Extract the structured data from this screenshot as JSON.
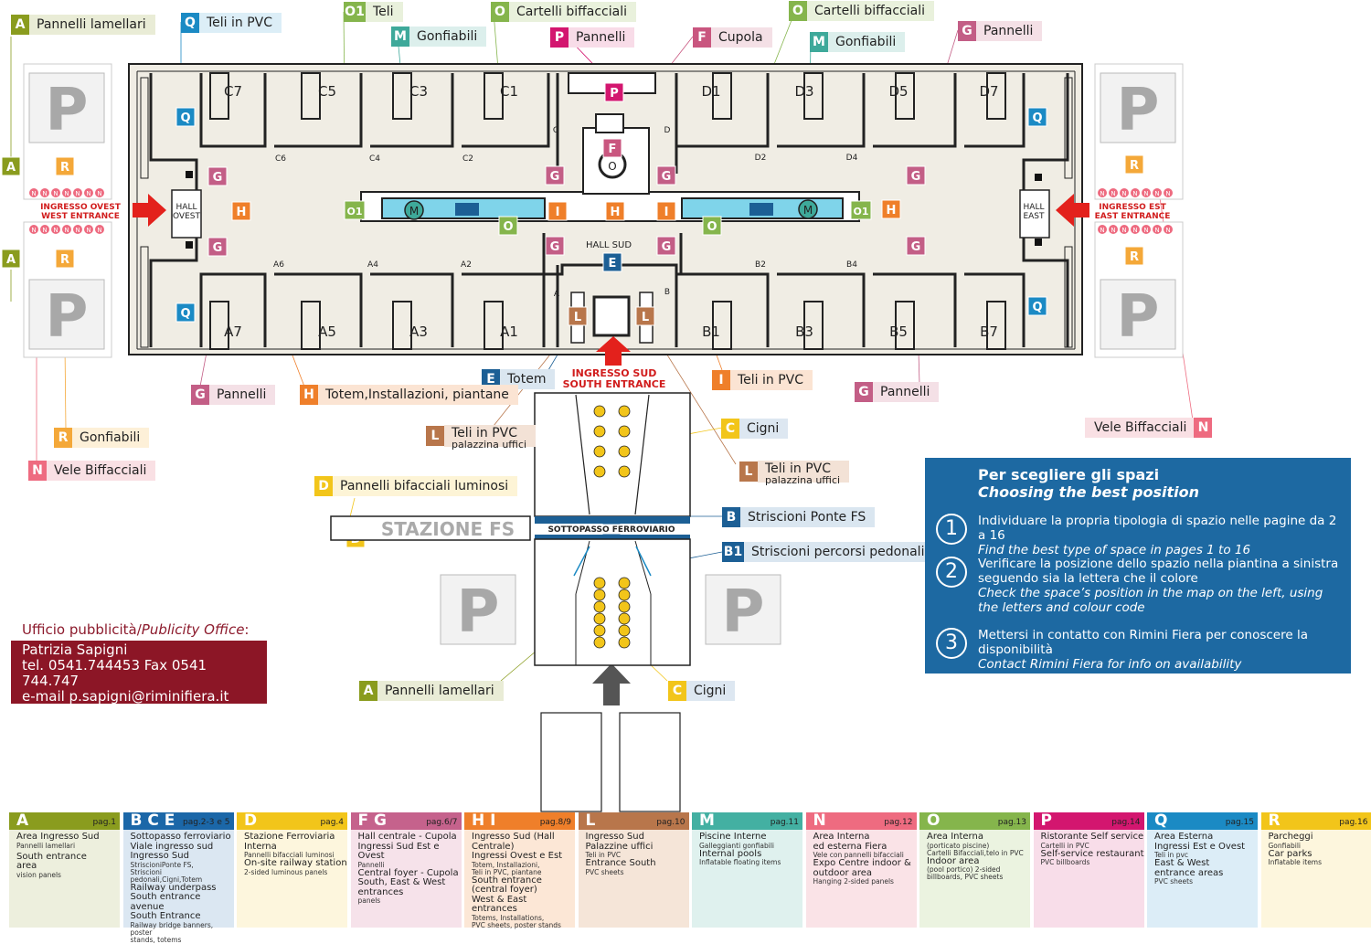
{
  "map": {
    "halls_top": [
      "C7",
      "C5",
      "C3",
      "C1",
      "D1",
      "D3",
      "D5",
      "D7"
    ],
    "halls_bottom": [
      "A7",
      "A5",
      "A3",
      "A1",
      "B1",
      "B3",
      "B5",
      "B7"
    ],
    "small_top": [
      "C6",
      "C4",
      "C2",
      "C",
      "D",
      "D2",
      "D4"
    ],
    "small_bottom": [
      "A6",
      "A4",
      "A2",
      "A",
      "B",
      "B2",
      "B4"
    ],
    "hall_ovest": [
      "HALL",
      "OVEST"
    ],
    "hall_east": [
      "HALL",
      "EAST"
    ],
    "hall_sud": "HALL SUD",
    "parking_letter": "P",
    "west_entrance": [
      "INGRESSO OVEST",
      "WEST ENTRANCE"
    ],
    "east_entrance": [
      "INGRESSO EST",
      "EAST ENTRANCE"
    ],
    "south_entrance": [
      "INGRESSO SUD",
      "SOUTH ENTRANCE"
    ],
    "stazione": "STAZIONE FS",
    "sottopasso": "SOTTOPASSO FERROVIARIO",
    "markers": {
      "A": "A",
      "R": "R",
      "N": "N",
      "Q": "Q",
      "G": "G",
      "H": "H",
      "O": "O",
      "O1": "O1",
      "M": "M",
      "I": "I",
      "E": "E",
      "L": "L",
      "F": "F",
      "P": "P",
      "B": "B",
      "B1": "B1",
      "D": "D"
    }
  },
  "labels": [
    {
      "code": "A",
      "text": "Pannelli lamellari",
      "color": "#8a9c1e",
      "bg": "#e9ecd6"
    },
    {
      "code": "Q",
      "text": "Teli in PVC",
      "color": "#1b8ac4",
      "bg": "#dceef7"
    },
    {
      "code": "O1",
      "text": "Teli",
      "color": "#85b54c",
      "bg": "#e9f1dc"
    },
    {
      "code": "O",
      "text": "Cartelli biffacciali",
      "color": "#85b54c",
      "bg": "#e9f1dc"
    },
    {
      "code": "M",
      "text": "Gonfiabili",
      "color": "#3ea99a",
      "bg": "#dcefec"
    },
    {
      "code": "P",
      "text": "Pannelli",
      "color": "#d3166f",
      "bg": "#f8dce8"
    },
    {
      "code": "F",
      "text": "Cupola",
      "color": "#c9567f",
      "bg": "#f4e0e6"
    },
    {
      "code": "O",
      "text": "Cartelli biffacciali",
      "color": "#85b54c",
      "bg": "#e9f1dc"
    },
    {
      "code": "M",
      "text": "Gonfiabili",
      "color": "#3ea99a",
      "bg": "#dcefec"
    },
    {
      "code": "G",
      "text": "Pannelli",
      "color": "#c35e86",
      "bg": "#f4e0e6"
    },
    {
      "code": "E",
      "text": "Totem",
      "color": "#1c5f95",
      "bg": "#dae6f0"
    },
    {
      "code": "I",
      "text": "Teli in PVC",
      "color": "#ef7f2a",
      "bg": "#fbe4d3"
    },
    {
      "code": "G",
      "text": "Pannelli",
      "color": "#c35e86",
      "bg": "#f4e0e6"
    },
    {
      "code": "H",
      "text": "Totem,Installazioni, piantane",
      "color": "#ef7f2a",
      "bg": "#fbe4d3"
    },
    {
      "code": "G",
      "text": "Pannelli",
      "color": "#c35e86",
      "bg": "#f4e0e6"
    },
    {
      "code": "L",
      "text": "Teli in PVC",
      "sub": "palazzina uffici",
      "color": "#b8764b",
      "bg": "#f3e2d6"
    },
    {
      "code": "C",
      "text": "Cigni",
      "color": "#f2c51a",
      "bg": "#dde7f1"
    },
    {
      "code": "L",
      "text": "Teli in PVC",
      "sub": "palazzina uffici",
      "color": "#b8764b",
      "bg": "#f3e2d6"
    },
    {
      "code": "R",
      "text": "Gonfiabili",
      "color": "#f4a839",
      "bg": "#fdf0d8"
    },
    {
      "code": "N",
      "text": "Vele Biffacciali",
      "color": "#ee6b80",
      "bg": "#f9e0e4"
    },
    {
      "code": "D",
      "text": "Pannelli bifacciali luminosi",
      "color": "#f2c51a",
      "bg": "#fdf4d6"
    },
    {
      "code": "B",
      "text": "Striscioni Ponte FS",
      "color": "#1c5f95",
      "bg": "#dae6f0"
    },
    {
      "code": "B1",
      "text": "Striscioni percorsi pedonali",
      "color": "#1c5f95",
      "bg": "#dae6f0"
    },
    {
      "code": "A",
      "text": "Pannelli lamellari",
      "color": "#8a9c1e",
      "bg": "#e9ecd6"
    },
    {
      "code": "C",
      "text": "Cigni",
      "color": "#f2c51a",
      "bg": "#dde7f1"
    },
    {
      "code": "N",
      "text": "Vele Biffacciali",
      "color": "#ee6b80",
      "bg": "#f9e0e4",
      "reverse": true
    }
  ],
  "info": {
    "title_it": "Per scegliere gli spazi",
    "title_en": "Choosing the best position",
    "steps": [
      {
        "num": "1",
        "it": "Individuare la propria tipologia di spazio nelle pagine da 2 a 16",
        "en": "Find the best type of space in pages 1 to 16"
      },
      {
        "num": "2",
        "it": "Verificare la posizione dello spazio nella piantina a sinistra seguendo sia la lettera che il colore",
        "en": "Check the space’s position in the map on the left, using the letters and colour code"
      },
      {
        "num": "3",
        "it": "Mettersi in contatto con Rimini Fiera per conoscere la disponibilità",
        "en": "Contact Rimini Fiera for info on availability"
      }
    ]
  },
  "office": {
    "title_it": "Ufficio pubblicità/",
    "title_en": "Publicity Office",
    "colon": ":",
    "name": "Patrizia Sapigni",
    "phone": "tel. 0541.744453 Fax 0541 744.747",
    "email": "e-mail p.sapigni@riminifiera.it"
  },
  "legend": [
    {
      "letters": "A",
      "page": "pag.1",
      "color": "#8a9c1e",
      "bg": "#edefdd",
      "lines": [
        [
          "Area Ingresso Sud",
          ""
        ],
        [
          "Pannelli lamellari",
          "sm"
        ],
        [
          "",
          ""
        ],
        [
          "South entrance",
          ""
        ],
        [
          "area",
          ""
        ],
        [
          "vision panels",
          "sm"
        ]
      ]
    },
    {
      "letters": "B C E",
      "page": "pag.2-3 e 5",
      "color": "#1b67a8",
      "bg": "#dbe7f2",
      "lines": [
        [
          "Sottopasso ferroviario",
          ""
        ],
        [
          "Viale ingresso sud",
          ""
        ],
        [
          "Ingresso Sud",
          ""
        ],
        [
          "StriscioniPonte FS,",
          "sm"
        ],
        [
          "Striscioni pedonali,Cigni,Totem",
          "sm"
        ],
        [
          "Railway underpass",
          ""
        ],
        [
          "South entrance avenue",
          ""
        ],
        [
          "South Entrance",
          ""
        ],
        [
          "Railway bridge banners, poster",
          "sm"
        ],
        [
          "stands, totems",
          "sm"
        ]
      ]
    },
    {
      "letters": "D",
      "page": "pag.4",
      "color": "#f2c51a",
      "bg": "#fdf6dd",
      "lines": [
        [
          "Stazione Ferroviaria",
          ""
        ],
        [
          "Interna",
          ""
        ],
        [
          "Pannelli bifacciali luminosi",
          "sm"
        ],
        [
          "On-site railway station",
          ""
        ],
        [
          "2-sided luminous panels",
          "sm"
        ]
      ]
    },
    {
      "letters": "F G",
      "page": "pag.6/7",
      "color": "#c5628c",
      "bg": "#f6e2ea",
      "lines": [
        [
          "Hall centrale - Cupola",
          ""
        ],
        [
          "Ingressi Sud  Est e Ovest",
          ""
        ],
        [
          "Pannelli",
          "sm"
        ],
        [
          "Central foyer - Cupola",
          ""
        ],
        [
          "South, East & West",
          ""
        ],
        [
          "entrances",
          ""
        ],
        [
          "panels",
          "sm"
        ]
      ]
    },
    {
      "letters": "H I",
      "page": "pag.8/9",
      "color": "#ef7f2a",
      "bg": "#fce7d6",
      "lines": [
        [
          "Ingresso Sud (Hall Centrale)",
          ""
        ],
        [
          "Ingressi Ovest e Est",
          ""
        ],
        [
          "Totem, Installazioni,",
          "sm"
        ],
        [
          "Teli in PVC, piantane",
          "sm"
        ],
        [
          "South entrance",
          ""
        ],
        [
          "(central foyer)",
          ""
        ],
        [
          "West & East entrances",
          ""
        ],
        [
          "Totems, Installations,",
          "sm"
        ],
        [
          "PVC sheets, poster stands",
          "sm"
        ]
      ]
    },
    {
      "letters": "L",
      "page": "pag.10",
      "color": "#b8764b",
      "bg": "#f5e5d8",
      "lines": [
        [
          "Ingresso Sud",
          ""
        ],
        [
          "Palazzine uffici",
          ""
        ],
        [
          "Teli in PVC",
          "sm"
        ],
        [
          "Entrance South",
          ""
        ],
        [
          "PVC sheets",
          "sm"
        ]
      ]
    },
    {
      "letters": "M",
      "page": "pag.11",
      "color": "#43b0a2",
      "bg": "#dff1ee",
      "lines": [
        [
          "Piscine Interne",
          ""
        ],
        [
          "Galleggianti gonfiabili",
          "sm"
        ],
        [
          "Internal pools",
          ""
        ],
        [
          "Inflatable floating items",
          "sm"
        ]
      ]
    },
    {
      "letters": "N",
      "page": "pag.12",
      "color": "#ee6b80",
      "bg": "#fae3e7",
      "lines": [
        [
          "Area Interna",
          ""
        ],
        [
          "ed esterna Fiera",
          ""
        ],
        [
          "Vele con pannelli bifacciali",
          "sm"
        ],
        [
          "Expo Centre indoor &",
          ""
        ],
        [
          "outdoor area",
          ""
        ],
        [
          "Hanging 2-sided panels",
          "sm"
        ]
      ]
    },
    {
      "letters": "O",
      "page": "pag.13",
      "color": "#85b54c",
      "bg": "#ebf3e0",
      "lines": [
        [
          "Area Interna",
          ""
        ],
        [
          "(porticato piscine)",
          "sm"
        ],
        [
          "Cartelli Bifacciali,telo in PVC",
          "sm"
        ],
        [
          "Indoor area",
          ""
        ],
        [
          "(pool portico) 2-sided",
          "sm"
        ],
        [
          "billboards, PVC sheets",
          "sm"
        ]
      ]
    },
    {
      "letters": "P",
      "page": "pag.14",
      "color": "#d3166f",
      "bg": "#f8dde9",
      "lines": [
        [
          "Ristorante Self service",
          ""
        ],
        [
          "Cartelli in PVC",
          "sm"
        ],
        [
          "Self-service restaurant",
          ""
        ],
        [
          "PVC billboards",
          "sm"
        ]
      ]
    },
    {
      "letters": "Q",
      "page": "pag.15",
      "color": "#1b8ac4",
      "bg": "#dcedf7",
      "lines": [
        [
          "Area Esterna",
          ""
        ],
        [
          "Ingressi Est e Ovest",
          ""
        ],
        [
          "Teli in pvc",
          "sm"
        ],
        [
          "East & West",
          ""
        ],
        [
          "entrance areas",
          ""
        ],
        [
          "PVC sheets",
          "sm"
        ]
      ]
    },
    {
      "letters": "R",
      "page": "pag.16",
      "color": "#f2c51a",
      "bg": "#fdf6dd",
      "lines": [
        [
          "Parcheggi",
          ""
        ],
        [
          "Gonfiabili",
          "sm"
        ],
        [
          "Car parks",
          ""
        ],
        [
          "Inflatable items",
          "sm"
        ]
      ]
    }
  ]
}
